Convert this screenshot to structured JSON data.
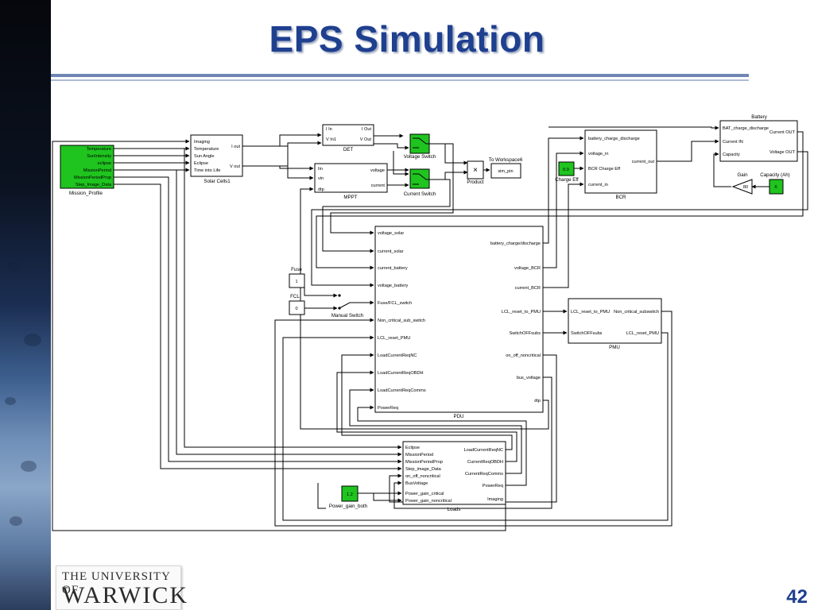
{
  "slide": {
    "title": "EPS Simulation",
    "page_number": "42"
  },
  "logo": {
    "line1": "THE UNIVERSITY OF",
    "line2": "WARWICK"
  },
  "blocks": {
    "mission_profile": {
      "name": "Mission_Profile",
      "ports": [
        "Temperature",
        "SunIntensity",
        "eclipse",
        "MissionPeriod",
        "MissionPeriodProp",
        "Step_Image_Data"
      ]
    },
    "solar_cells": {
      "name": "Solar Cells1",
      "inputs": [
        "Imaging",
        "Temperature",
        "Sun Angle",
        "Eclipse",
        "Time into Life"
      ],
      "outputs": [
        "I out",
        "V out"
      ]
    },
    "det": {
      "name": "DET",
      "inputs": [
        "I In",
        "V In1"
      ],
      "outputs": [
        "I Out",
        "V Out"
      ]
    },
    "mppt": {
      "name": "MPPT",
      "inputs": [
        "Iin",
        "vin",
        "dtp"
      ],
      "outputs": [
        "voltage",
        "current"
      ]
    },
    "voltage_switch": {
      "name": "Voltage Switch"
    },
    "current_switch": {
      "name": "Current Switch"
    },
    "product": {
      "name": "Product",
      "symbol": "×"
    },
    "to_workspace": {
      "name": "To Workspace6",
      "value": "sim_pin"
    },
    "bcr": {
      "name": "BCR",
      "inputs": [
        "battery_charge_discharge",
        "voltage_in",
        "BCR Charge Eff",
        "current_in"
      ],
      "outputs": [
        "current_out"
      ]
    },
    "charge_eff": {
      "name": "Charge Eff",
      "value": "0.9"
    },
    "battery": {
      "name": "Battery",
      "inputs": [
        "BAT_charge_discharge",
        "Current IN",
        "Capacity"
      ],
      "outputs": [
        "Current OUT",
        "Voltage OUT"
      ]
    },
    "gain": {
      "name": "Gain",
      "value": "80"
    },
    "capacity": {
      "name": "Capacity (Ah)",
      "value": "6"
    },
    "fuse": {
      "name": "Fuse",
      "value": "1"
    },
    "fcl": {
      "name": "FCL",
      "value": "0"
    },
    "manual_switch": {
      "name": "Manual Switch"
    },
    "pdu": {
      "name": "PDU",
      "inputs": [
        "voltage_solar",
        "current_solar",
        "current_battery",
        "voltage_battery",
        "Fuse/FCL_switch",
        "Non_critical_sub_switch",
        "LCL_reset_PMU",
        "LoadCurrentReqNC",
        "LoadCurrentReqOBDH",
        "LoadCurrentReqComms",
        "PowerReq"
      ],
      "outputs": [
        "battery_charge/discharge",
        "voltage_BCR",
        "current_BCR",
        "LCL_reset_to_PMU",
        "SwitchOFFsubs",
        "on_off_noncritical",
        "bus_voltage",
        "dtp"
      ]
    },
    "pmu": {
      "name": "PMU",
      "inputs": [
        "LCL_reset_to_PMU",
        "SwitchOFFsubs"
      ],
      "outputs": [
        "Non_critical_subswitch",
        "LCL_reset_PMU"
      ]
    },
    "loads": {
      "name": "Loads",
      "inputs": [
        "Eclipse",
        "MissionPeriod",
        "MissionPeriodProp",
        "Step_image_Data",
        "on_off_noncritical",
        "BusVoltage",
        "Power_gain_critical",
        "Power_gain_noncritical"
      ],
      "outputs": [
        "LoadCurrentReqNC",
        "CurrentReqOBDH",
        "CurrentReqComms",
        "PowerReq",
        "Imaging"
      ]
    },
    "power_gain_both": {
      "name": "Power_gain_both",
      "value": "1.2"
    }
  }
}
